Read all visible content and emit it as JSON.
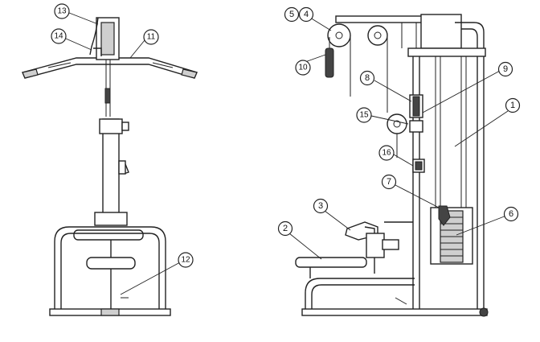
{
  "callouts": {
    "c1": "1",
    "c2": "2",
    "c3": "3",
    "c4": "4",
    "c5": "5",
    "c6": "6",
    "c7": "7",
    "c8": "8",
    "c9": "9",
    "c10": "10",
    "c11": "11",
    "c12": "12",
    "c13": "13",
    "c14": "14",
    "c15": "15",
    "c16": "16"
  },
  "colors": {
    "line": "#222222",
    "background": "#ffffff",
    "fill_grey": "#cfcfcf"
  }
}
